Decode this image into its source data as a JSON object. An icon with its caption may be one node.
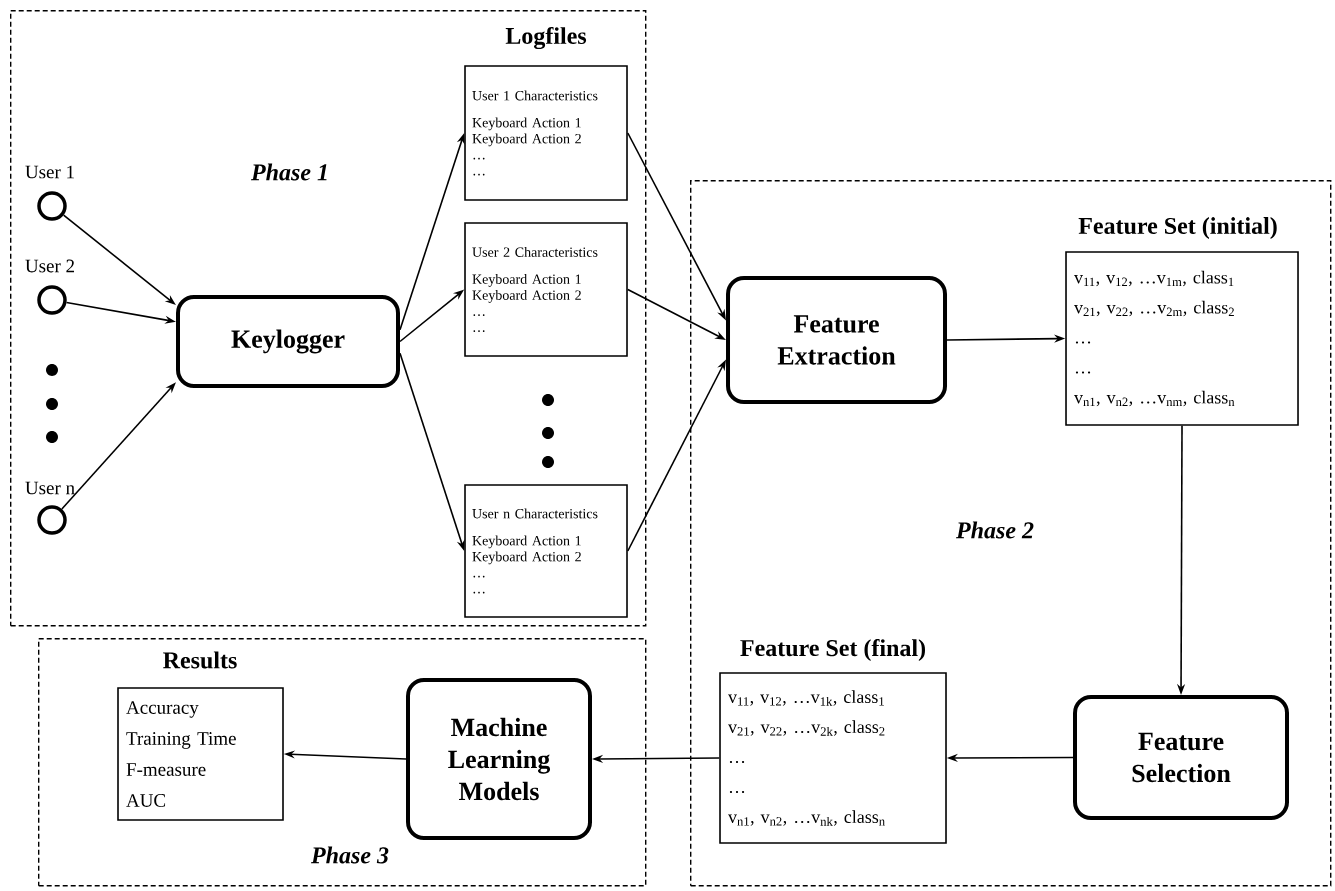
{
  "diagram": {
    "nodes": [
      {
        "text": [
          "Phase 1"
        ]
      },
      {
        "text": [],
        "shape": "circle",
        "beside": [
          "User 1"
        ],
        "in": 0
      },
      {
        "text": [],
        "shape": "circle",
        "beside": [
          "User 2"
        ],
        "in": 0
      },
      {
        "text": [],
        "shape": "circle",
        "beside": [
          "User n"
        ],
        "in": 0
      },
      {
        "text": [
          "Keylogger"
        ],
        "in": 0
      },
      {
        "text": [
          "User 1 Characteristics",
          "Keyboard Action 1",
          "Keyboard Action 2",
          "…",
          "…"
        ],
        "in": 0
      },
      {
        "text": [
          "User 2 Characteristics",
          "Keyboard Action 1",
          "Keyboard Action 2",
          "…",
          "…"
        ],
        "in": 0
      },
      {
        "text": [
          "User n Characteristics",
          "Keyboard Action 1",
          "Keyboard Action 2",
          "…",
          "…"
        ],
        "in": 0
      },
      {
        "text": [
          "Phase 2"
        ]
      },
      {
        "text": [
          "Feature Extraction"
        ],
        "in": 8
      },
      {
        "text": [
          "Feature Set (initial)",
          "v$_{11}$, v$_{12}$, …v$_{1m}$, class$_{1}$",
          "v$_{21}$, v$_{22}$, …v$_{2m}$, class$_{2}$",
          "…",
          "…",
          "v$_{n1}$, v$_{n2}$, …v$_{nm}$, class$_{n}$"
        ],
        "in": 8
      },
      {
        "text": [
          "Feature Selection"
        ],
        "in": 8
      },
      {
        "text": [
          "Feature Set (final)",
          "v$_{11}$, v$_{12}$, …v$_{1k}$, class$_{1}$",
          "v$_{21}$, v$_{22}$, …v$_{2k}$, class$_{2}$",
          "…",
          "…",
          "v$_{n1}$, v$_{n2}$, …v$_{nk}$, class$_{n}$"
        ],
        "in": 8
      },
      {
        "text": [
          "Phase 3"
        ]
      },
      {
        "text": [
          "Machine Learning Models"
        ],
        "in": 13
      },
      {
        "text": [
          "Results",
          "Accuracy",
          "Training Time",
          "F-measure",
          "AUC"
        ],
        "in": 13
      }
    ],
    "edges": [
      {
        "from": 1,
        "to": 4,
        "arrow": "to"
      },
      {
        "from": 2,
        "to": 4,
        "arrow": "to"
      },
      {
        "from": 3,
        "to": 4,
        "arrow": "to"
      },
      {
        "from": 4,
        "to": 5,
        "arrow": "to"
      },
      {
        "from": 4,
        "to": 6,
        "arrow": "to"
      },
      {
        "from": 4,
        "to": 7,
        "arrow": "to"
      },
      {
        "from": 5,
        "to": 9,
        "arrow": "to"
      },
      {
        "from": 6,
        "to": 9,
        "arrow": "to"
      },
      {
        "from": 7,
        "to": 9,
        "arrow": "to"
      },
      {
        "from": 9,
        "to": 10,
        "arrow": "to"
      },
      {
        "from": 10,
        "to": 11,
        "arrow": "to"
      },
      {
        "from": 11,
        "to": 12,
        "arrow": "to"
      },
      {
        "from": 12,
        "to": 14,
        "arrow": "to"
      },
      {
        "from": 14,
        "to": 15,
        "arrow": "to"
      }
    ],
    "labels": [
      "Logfiles"
    ]
  }
}
